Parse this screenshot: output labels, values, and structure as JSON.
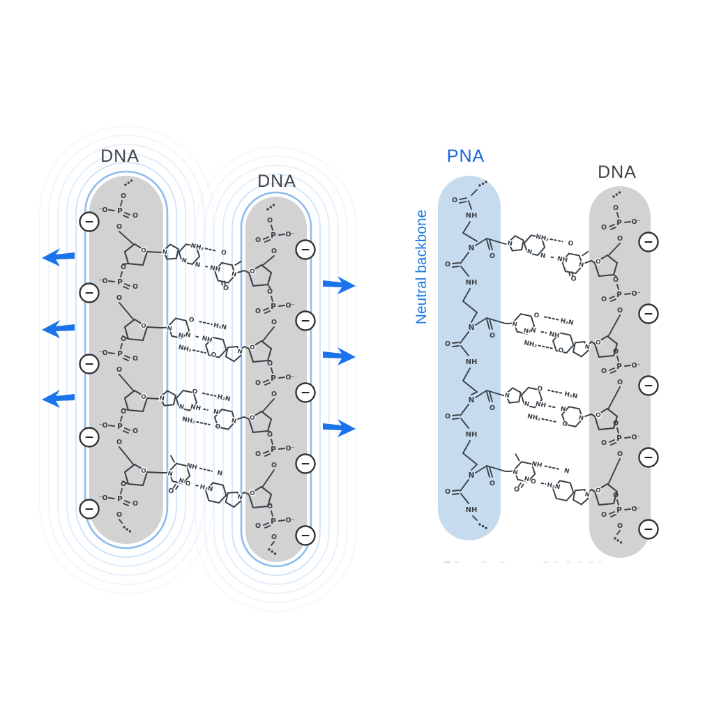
{
  "figure": {
    "left_panel": {
      "strand1_label": "DNA",
      "strand2_label": "DNA",
      "charge_symbol": "−",
      "strand1_charges": 5,
      "strand2_charges": 5,
      "left_arrows": 3,
      "right_arrows": 3,
      "base_pairs": [
        {
          "left": "purine",
          "right": "pyrimidine",
          "bonds": [
            [
              "NH₂",
              "O"
            ],
            [
              "N",
              "NH"
            ]
          ]
        },
        {
          "left": "pyrimidine",
          "right": "purine",
          "bonds": [
            [
              "O",
              "H₂N"
            ],
            [
              "N",
              "NH"
            ],
            [
              "NH₂",
              "O"
            ]
          ]
        },
        {
          "left": "purine",
          "right": "pyrimidine",
          "bonds": [
            [
              "O",
              "H₂N"
            ],
            [
              "NH",
              "N"
            ],
            [
              "NH₂",
              "O"
            ]
          ]
        },
        {
          "left": "pyrimidine",
          "right": "purine",
          "bonds": [
            [
              "NH",
              "N"
            ],
            [
              "O",
              "H₂N"
            ]
          ]
        }
      ]
    },
    "right_panel": {
      "pna_label": "PNA",
      "pna_sublabel": "Neutral backbone",
      "dna_label": "DNA",
      "charge_symbol": "−",
      "dna_charges": 5,
      "base_pairs": [
        {
          "left": "purine",
          "right": "pyrimidine",
          "bonds": [
            [
              "NH₂",
              "O"
            ],
            [
              "N",
              "NH"
            ]
          ]
        },
        {
          "left": "pyrimidine",
          "right": "purine",
          "bonds": [
            [
              "O",
              "H₂N"
            ],
            [
              "N",
              "NH"
            ],
            [
              "NH₂",
              "O"
            ]
          ]
        },
        {
          "left": "purine",
          "right": "pyrimidine",
          "bonds": [
            [
              "O",
              "H₂N"
            ],
            [
              "NH",
              "N"
            ],
            [
              "NH₂",
              "O"
            ]
          ]
        },
        {
          "left": "pyrimidine",
          "right": "purine",
          "bonds": [
            [
              "NH",
              "N"
            ],
            [
              "O",
              "H₂N"
            ]
          ]
        }
      ]
    },
    "atoms": {
      "oxygen": "O",
      "phosphorus": "P",
      "nitrogen": "N",
      "amide": "NH",
      "terminal_oxide_left": "⁻O",
      "terminal_oxide_right": "O⁻"
    },
    "colors": {
      "dna_backbone": "#d2d2d2",
      "pna_backbone": "#c6dcee",
      "pna_blue": "#1566d6",
      "neutral_blue": "#1f7ce2",
      "arrow_blue": "#1a73e8",
      "field_blue": "#a5c9f0",
      "field_blue_inner": "#8cbcee",
      "molecule": "#3a4149",
      "label_gray": "#3f4347",
      "charge_ring": "#333333",
      "remnant": "#bcd7ec"
    }
  }
}
